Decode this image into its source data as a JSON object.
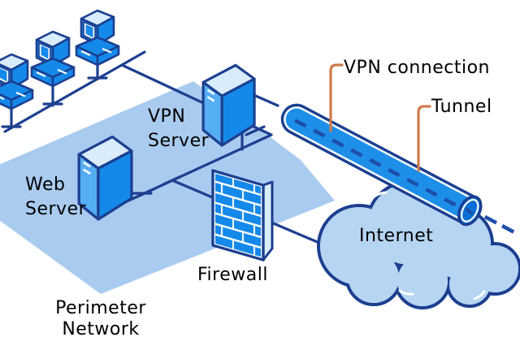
{
  "labels": {
    "vpn_server": "VPN\nServer",
    "web_server": "Web\nServer",
    "firewall": "Firewall",
    "internet": "Internet",
    "vpn_connection": "VPN connection",
    "tunnel": "Tunnel",
    "perimeter_network": "Perimeter\nNetwork"
  },
  "icons": [
    {
      "name": "client-computer-icon",
      "count": 3
    },
    {
      "name": "server-tower-icon",
      "instances": [
        "vpn-server",
        "web-server"
      ]
    },
    {
      "name": "firewall-brick-wall-icon",
      "count": 1
    },
    {
      "name": "internet-cloud-icon",
      "count": 1
    },
    {
      "name": "vpn-tunnel-pipe-icon",
      "count": 1
    }
  ],
  "colors": {
    "outline_navy": "#1C3F90",
    "icon_blue": "#1489E9",
    "icon_blue_light": "#55ADF2",
    "icon_top_light": "#D8ECFC",
    "tunnel_blue": "#1E8FE9",
    "tunnel_end_blue": "#0A6FD6",
    "dash_blue": "#1D4FA8",
    "perimeter_panel_blue": "#A9CBF0",
    "cloud_fill": "#B6D5F2",
    "leader_orange": "#CE7B4B",
    "text": "#000000",
    "background": "#FFFFFF"
  }
}
